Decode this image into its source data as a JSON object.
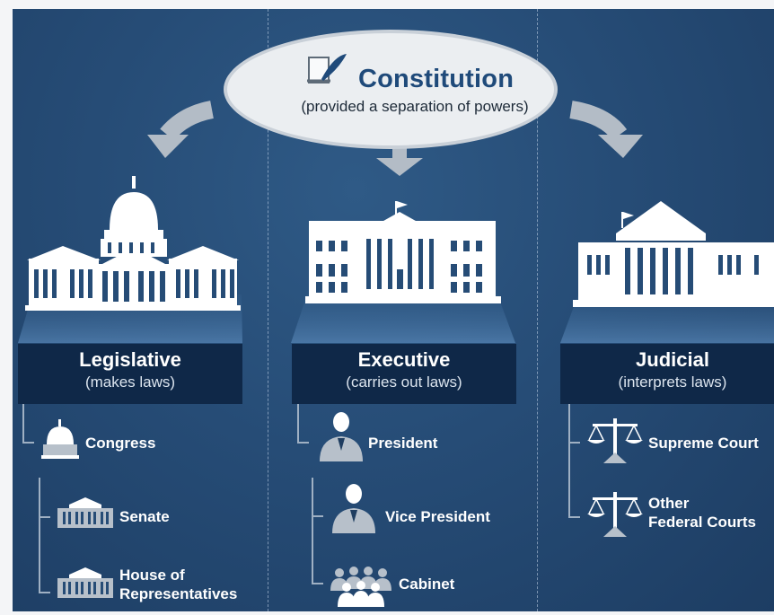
{
  "header": {
    "title": "Constitution",
    "subtitle": "(provided a separation of powers)",
    "icon": "scroll-quill-icon"
  },
  "branches": [
    {
      "title": "Legislative",
      "subtitle": "(makes laws)",
      "icon": "capitol-building-icon",
      "items": [
        {
          "label": "Congress",
          "icon": "capitol-dome-icon"
        },
        {
          "label": "Senate",
          "icon": "columned-building-icon"
        },
        {
          "label": "House of",
          "label2": "Representatives",
          "icon": "columned-building-icon"
        }
      ]
    },
    {
      "title": "Executive",
      "subtitle": "(carries out laws)",
      "icon": "white-house-icon",
      "items": [
        {
          "label": "President",
          "icon": "person-icon"
        },
        {
          "label": "Vice President",
          "icon": "person-icon"
        },
        {
          "label": "Cabinet",
          "icon": "group-icon"
        }
      ]
    },
    {
      "title": "Judicial",
      "subtitle": "(interprets laws)",
      "icon": "supreme-court-icon",
      "items": [
        {
          "label": "Supreme Court",
          "icon": "scales-icon"
        },
        {
          "label": "Other",
          "label2": "Federal Courts",
          "icon": "scales-icon"
        }
      ]
    }
  ],
  "colors": {
    "background": "#264c76",
    "label_box": "#0f2848",
    "title_text": "#1f4a7a",
    "icon_gray": "#b7c0ca"
  }
}
